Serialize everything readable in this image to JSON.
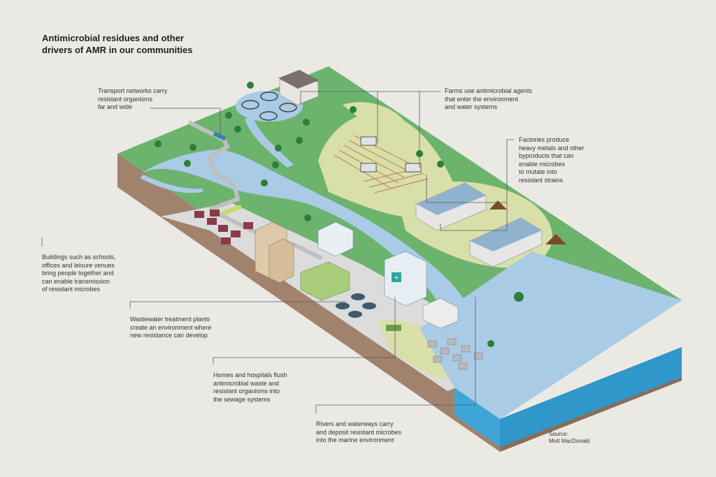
{
  "title": {
    "line1": "Antimicrobial residues and other",
    "line2": "drivers of AMR in our communities"
  },
  "callouts": {
    "transport": [
      "Transport networks carry",
      "resistant organisms",
      "far and wide"
    ],
    "farms": [
      "Farms use antimicrobial agents",
      "that enter the environment",
      "and water systems"
    ],
    "factories": [
      "Factories produce",
      "heavy metals and other",
      "byproducts that can",
      "enable microbes",
      "to mutate into",
      "resistant strains"
    ],
    "buildings": [
      "Buildings such as schools,",
      "offices and leisure venues",
      "bring people together and",
      "can enable transmission",
      "of resistant microbes"
    ],
    "wastewater": [
      "Wastewater treatment plants",
      "create an environment where",
      "new resistance can develop"
    ],
    "homes": [
      "Homes and hospitals flush",
      "antimicrobial waste and",
      "resistant organisms into",
      "the sewage systems"
    ],
    "rivers": [
      "Rivers and waterways carry",
      "and deposit resistant microbes",
      "into the marine environment"
    ],
    "source": [
      "Source:",
      "Mott MacDonald"
    ]
  },
  "colors": {
    "background": "#ebe9e4",
    "grass": "#6cb36d",
    "field": "#d9dfa9",
    "water": "#a9cbe6",
    "sea_side": "#3ea6d6",
    "soil": "#a0826d",
    "leader": "#5a5a5a"
  }
}
